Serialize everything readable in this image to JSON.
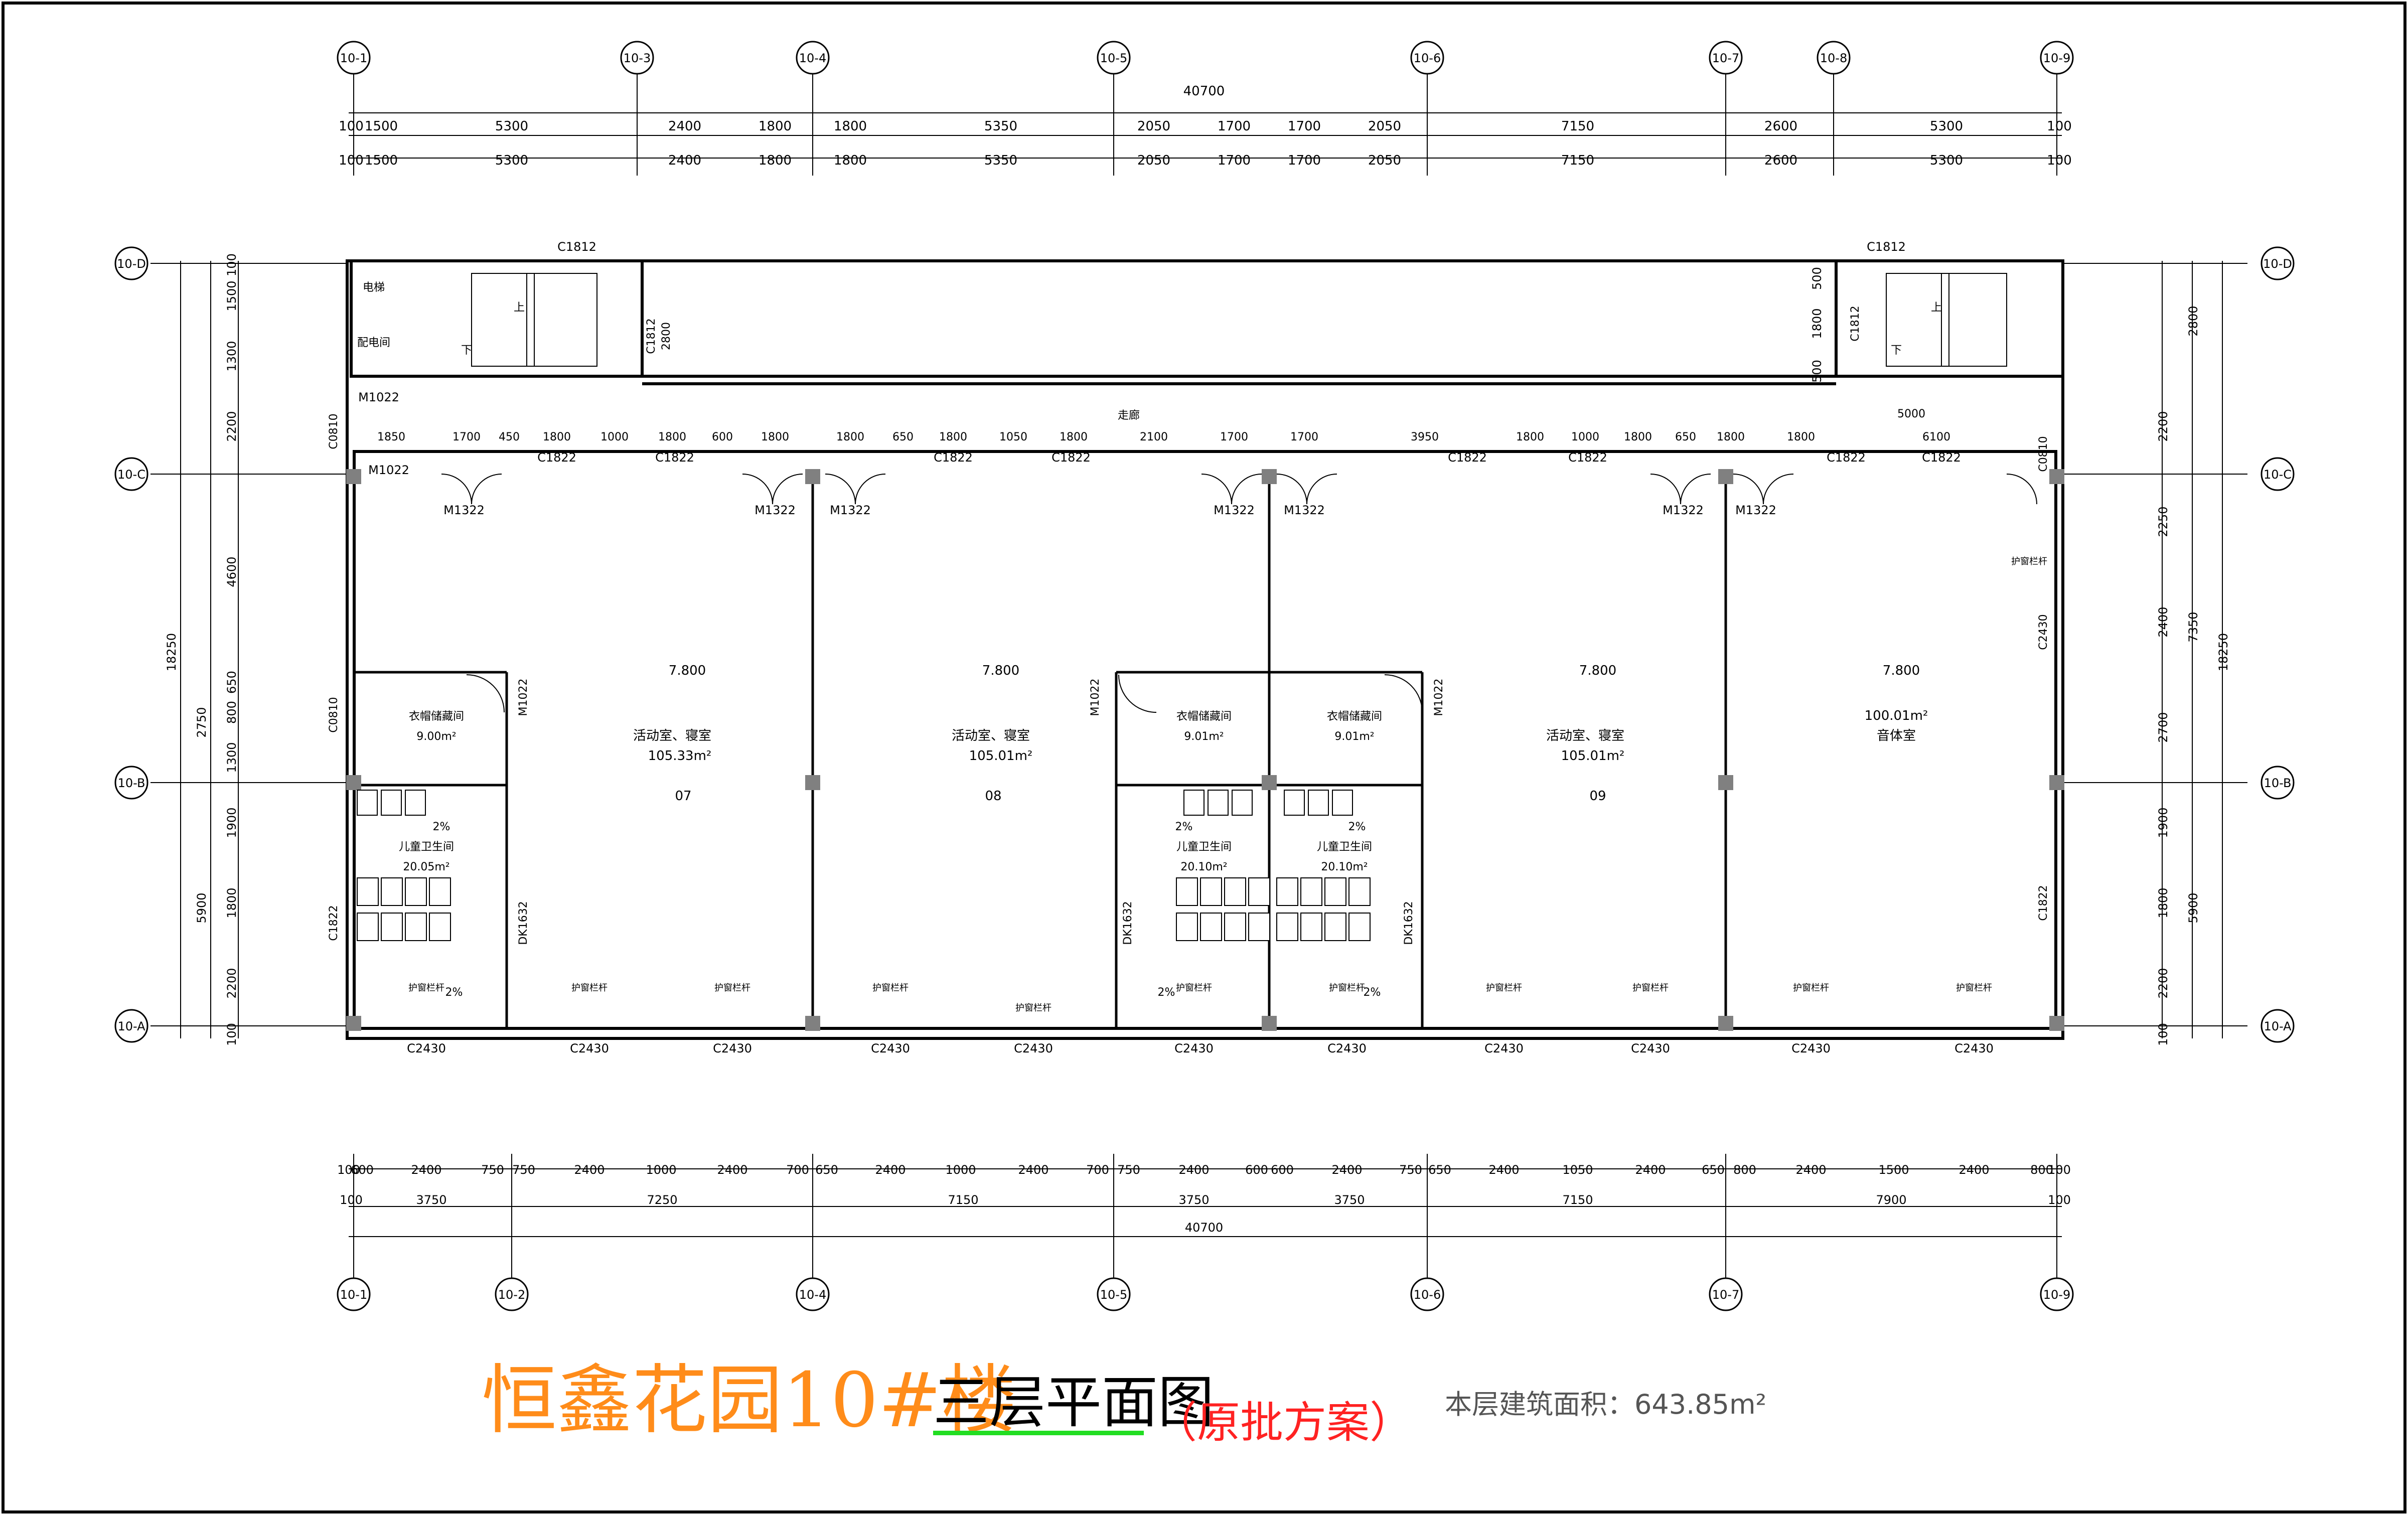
{
  "title": {
    "main": "恒鑫花园10#楼",
    "sub": "三层平面图",
    "note": "（原批方案）",
    "area_label": "本层建筑面积：643.85m²"
  },
  "axes": {
    "top": [
      "10-1",
      "10-3",
      "10-4",
      "10-5",
      "10-6",
      "10-7",
      "10-8",
      "10-9"
    ],
    "bottom": [
      "10-1",
      "10-2",
      "10-4",
      "10-5",
      "10-6",
      "10-7",
      "10-9"
    ],
    "left": [
      "10-D",
      "10-C",
      "10-B",
      "10-A"
    ],
    "right": [
      "10-D",
      "10-C",
      "10-B",
      "10-A"
    ]
  },
  "dimensions": {
    "top_total": "40700",
    "top_row": [
      "100",
      "1500",
      "5300",
      "2400",
      "1800",
      "1800",
      "5350",
      "2050",
      "1700",
      "1700",
      "2050",
      "7150",
      "2600",
      "5300",
      "100"
    ],
    "bottom_row1": [
      "100",
      "600",
      "2400",
      "750",
      "750",
      "2400",
      "1000",
      "2400",
      "700",
      "650",
      "2400",
      "1000",
      "2400",
      "700",
      "750",
      "2400",
      "600",
      "600",
      "2400",
      "750",
      "650",
      "2400",
      "1050",
      "2400",
      "650",
      "800",
      "2400",
      "1500",
      "2400",
      "800",
      "100"
    ],
    "bottom_row2": [
      "100",
      "3750",
      "7250",
      "7150",
      "3750",
      "3750",
      "7150",
      "7900",
      "100"
    ],
    "bottom_total": "40700",
    "left_outer": [
      "100",
      "1500",
      "1300",
      "2200",
      "4600",
      "650",
      "800",
      "1300",
      "1900",
      "1800",
      "2200",
      "100"
    ],
    "left_mid": [
      "2750",
      "5900"
    ],
    "left_total": "18250",
    "right_outer": [
      "500",
      "1800",
      "500",
      "2200",
      "2250",
      "2400",
      "2700",
      "1900",
      "1800",
      "2200",
      "100"
    ],
    "right_mid": [
      "2800",
      "7350",
      "5900"
    ],
    "right_total": "18250",
    "corridor_dims": [
      "1700",
      "450",
      "1800",
      "1000",
      "1800",
      "600",
      "1800",
      "1800",
      "650",
      "1800",
      "1050",
      "1800",
      "2100",
      "1700",
      "1700",
      "3950",
      "1800",
      "1000",
      "1800",
      "650",
      "1800",
      "1800",
      "6100"
    ],
    "corridor_extra": [
      "5000",
      "1850"
    ]
  },
  "rooms": [
    {
      "name": "活动室、寝室",
      "area": "105.33m²",
      "elev": "7.800",
      "num": "07"
    },
    {
      "name": "活动室、寝室",
      "area": "105.01m²",
      "elev": "7.800",
      "num": "08"
    },
    {
      "name": "活动室、寝室",
      "area": "105.01m²",
      "elev": "7.800",
      "num": "09"
    },
    {
      "name": "音体室",
      "area": "100.01m²",
      "elev": "7.800",
      "num": ""
    }
  ],
  "small_rooms": [
    {
      "name": "衣帽储藏间",
      "area": "9.00m²"
    },
    {
      "name": "衣帽储藏间",
      "area": "9.01m²"
    },
    {
      "name": "衣帽储藏间",
      "area": "9.01m²"
    }
  ],
  "toilets": [
    {
      "name": "儿童卫生间",
      "area": "20.05m²"
    },
    {
      "name": "儿童卫生间",
      "area": "20.10m²"
    },
    {
      "name": "儿童卫生间",
      "area": "20.10m²"
    }
  ],
  "tags": {
    "c1812": "C1812",
    "c1822": "C1822",
    "c2430": "C2430",
    "c0810": "C0810",
    "m1322": "M1322",
    "m1022": "M1022",
    "dk1632": "DK1632",
    "slope": "2%",
    "railing": "护窗栏杆",
    "corridor": "走廊",
    "up": "上",
    "down": "下",
    "elevator": "电梯",
    "maintenance": "配电间",
    "stair_dim": "2800",
    "stair_landing": "500"
  },
  "colors": {
    "title": "#ff8c1a",
    "note": "#ff2222",
    "underline": "#22dd22",
    "line": "#000000",
    "column": "#808080"
  }
}
